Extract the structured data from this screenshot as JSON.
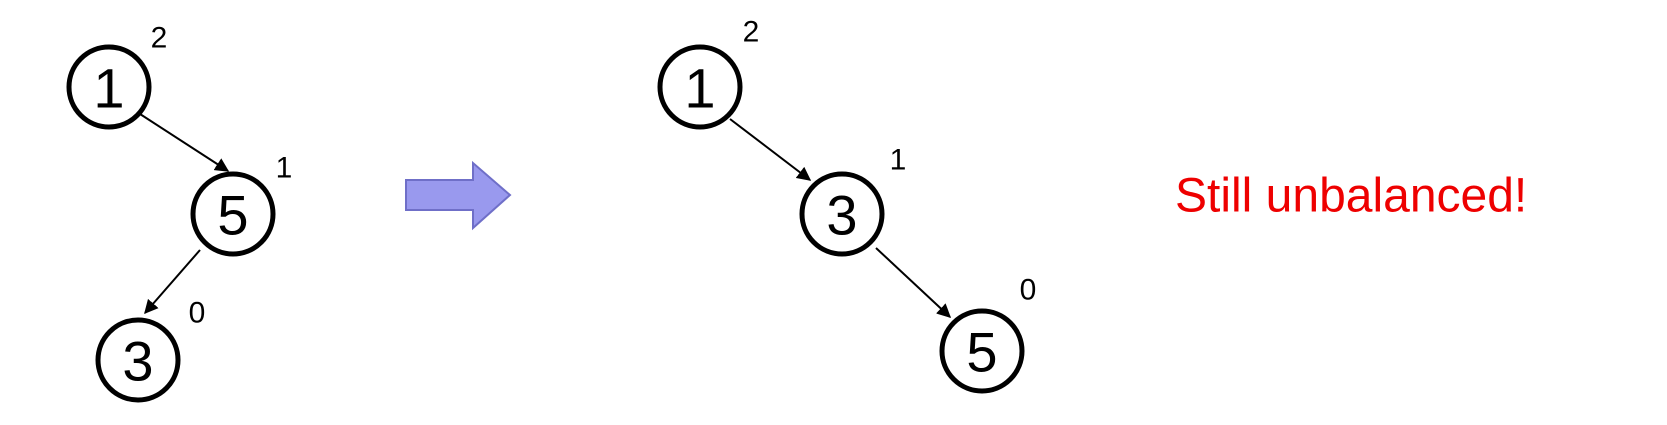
{
  "before_tree": {
    "nodes": [
      {
        "id": "n1",
        "label": "1",
        "height": "2"
      },
      {
        "id": "n5",
        "label": "5",
        "height": "1"
      },
      {
        "id": "n3",
        "label": "3",
        "height": "0"
      }
    ]
  },
  "after_tree": {
    "nodes": [
      {
        "id": "n1",
        "label": "1",
        "height": "2"
      },
      {
        "id": "n3",
        "label": "3",
        "height": "1"
      },
      {
        "id": "n5",
        "label": "5",
        "height": "0"
      }
    ]
  },
  "transition_arrow": {
    "color": "#9999ee",
    "border_color": "#6f6fc8"
  },
  "message": {
    "text": "Still unbalanced!",
    "color": "#ee0000"
  }
}
